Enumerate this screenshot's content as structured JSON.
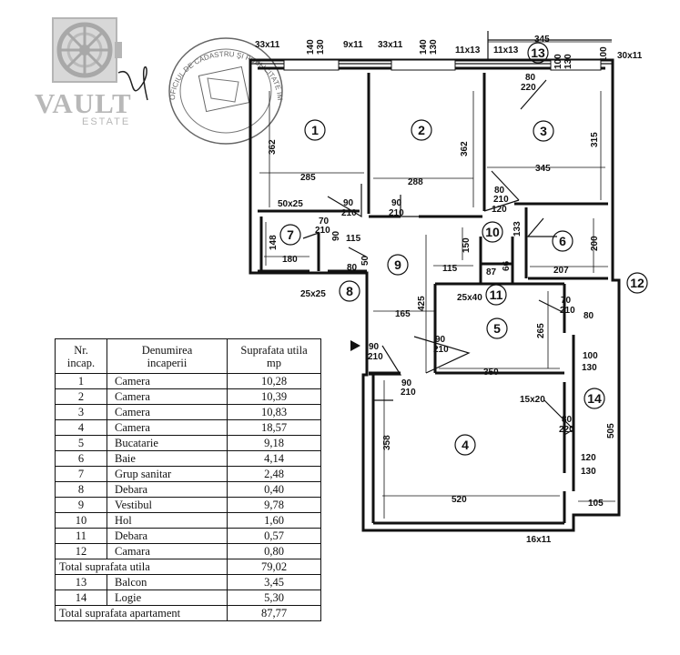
{
  "logo": {
    "brand": "VAULT",
    "sub": "ESTATE"
  },
  "stamp": {
    "text": "OFICIUL DE CADASTRU ŞI PUBLICITATE IMOBILIARĂ AL MUNICIPIULUI BUCUREŞTI"
  },
  "room_numbers": [
    "1",
    "2",
    "3",
    "4",
    "5",
    "6",
    "7",
    "8",
    "9",
    "10",
    "11",
    "12",
    "13",
    "14"
  ],
  "dims": {
    "d_345": "345",
    "d_140": "140",
    "d_130": "130",
    "d_33x11": "33x11",
    "d_9x11": "9x11",
    "d_33x11b": "33x11",
    "d_140b": "140",
    "d_130b": "130",
    "d_11x13": "11x13",
    "d_11x13b": "11x13",
    "d_100": "100",
    "d_130c": "130",
    "d_100b": "100",
    "d_30x11": "30x11",
    "d_80": "80",
    "d_220": "220",
    "d_362": "362",
    "d_285": "285",
    "d_288": "288",
    "d_362b": "362",
    "d_345b": "345",
    "d_315": "315",
    "d_50x25": "50x25",
    "d_90": "90",
    "d_210": "210",
    "d_90b": "90",
    "d_210b": "210",
    "d_80b": "80",
    "d_210c": "210",
    "d_120": "120",
    "d_70": "70",
    "d_210d": "210",
    "d_90c": "90",
    "d_115": "115",
    "d_133": "133",
    "d_150": "150",
    "d_200": "200",
    "d_148": "148",
    "d_180": "180",
    "d_80c": "80",
    "d_50": "50",
    "d_87": "87",
    "d_66": "66",
    "d_115b": "115",
    "d_207": "207",
    "d_25x25": "25x25",
    "d_25x40": "25x40",
    "d_70b": "70",
    "d_210e": "210",
    "d_80d": "80",
    "d_165": "165",
    "d_425": "425",
    "d_265": "265",
    "d_90d": "90",
    "d_210f": "210",
    "d_90e": "90",
    "d_210g": "210",
    "d_350": "350",
    "d_100c": "100",
    "d_130d": "130",
    "d_90f": "90",
    "d_210h": "210",
    "d_15x20": "15x20",
    "d_80e": "80",
    "d_220b": "220",
    "d_358": "358",
    "d_505": "505",
    "d_120b": "120",
    "d_130e": "130",
    "d_520": "520",
    "d_105": "105",
    "d_16x11": "16x11"
  },
  "table": {
    "headers": [
      "Nr.\nincap.",
      "Denumirea\nincaperii",
      "Suprafata utila\nmp"
    ],
    "rows": [
      {
        "nr": "1",
        "name": "Camera",
        "area": "10,28"
      },
      {
        "nr": "2",
        "name": "Camera",
        "area": "10,39"
      },
      {
        "nr": "3",
        "name": "Camera",
        "area": "10,83"
      },
      {
        "nr": "4",
        "name": "Camera",
        "area": "18,57"
      },
      {
        "nr": "5",
        "name": "Bucatarie",
        "area": "9,18"
      },
      {
        "nr": "6",
        "name": "Baie",
        "area": "4,14"
      },
      {
        "nr": "7",
        "name": "Grup sanitar",
        "area": "2,48"
      },
      {
        "nr": "8",
        "name": "Debara",
        "area": "0,40"
      },
      {
        "nr": "9",
        "name": "Vestibul",
        "area": "9,78"
      },
      {
        "nr": "10",
        "name": "Hol",
        "area": "1,60"
      },
      {
        "nr": "11",
        "name": "Debara",
        "area": "0,57"
      },
      {
        "nr": "12",
        "name": "Camara",
        "area": "0,80"
      }
    ],
    "total_util": {
      "label": "Total suprafata utila",
      "area": "79,02"
    },
    "extra_rows": [
      {
        "nr": "13",
        "name": "Balcon",
        "area": "3,45"
      },
      {
        "nr": "14",
        "name": "Logie",
        "area": "5,30"
      }
    ],
    "total_apt": {
      "label": "Total suprafata apartament",
      "area": "87,77"
    }
  }
}
